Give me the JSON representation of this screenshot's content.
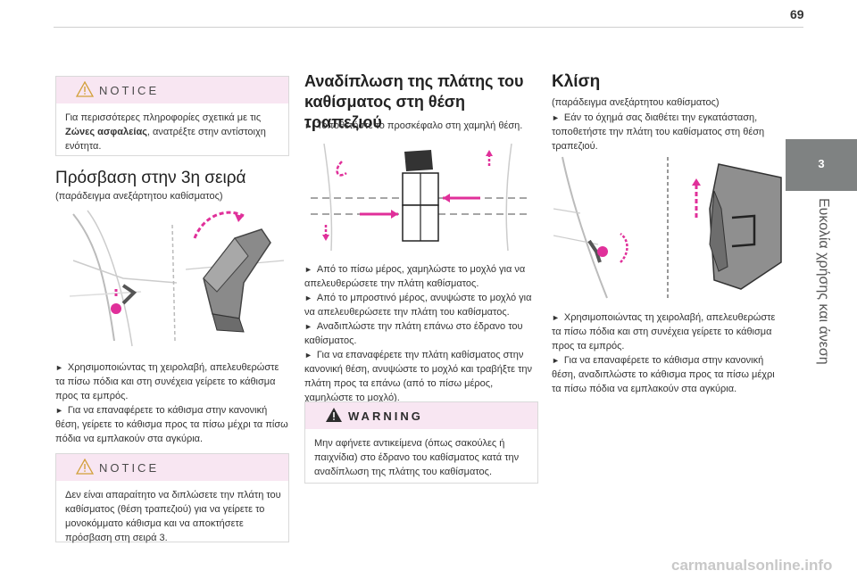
{
  "page_number": "69",
  "side_tab": {
    "number": "3",
    "label": "Ευκολία χρήσης και άνεση"
  },
  "col1": {
    "notice1": {
      "title": "NOTICE",
      "text_pre": "Για περισσότερες πληροφορίες σχετικά με τις",
      "text_bold": "Ζώνες ασφαλείας",
      "text_post": ", ανατρέξτε στην αντίστοιχη ενότητα."
    },
    "heading": "Πρόσβαση στην 3η σειρά",
    "subheading": "(παράδειγμα ανεξάρτητου καθίσματος)",
    "instr1": "Χρησιμοποιώντας τη χειρολαβή, απελευθερώστε τα πίσω πόδια και στη συνέχεια γείρετε το κάθισμα προς τα εμπρός.",
    "instr2": "Για να επαναφέρετε το κάθισμα στην κανονική θέση, γείρετε το κάθισμα προς τα πίσω μέχρι τα πίσω πόδια να εμπλακούν στα αγκύρια.",
    "notice2": {
      "title": "NOTICE",
      "text": "Δεν είναι απαραίτητο να διπλώσετε την πλάτη του καθίσματος (θέση τραπεζιού) για να γείρετε το μονοκόμματο κάθισμα και να αποκτήσετε πρόσβαση στη σειρά 3."
    }
  },
  "col2": {
    "heading_line1": "Αναδίπλωση της πλάτης του",
    "heading_line2": "καθίσματος στη θέση τραπεζιού",
    "instr0": "Τοποθετήστε το προσκέφαλο στη χαμηλή θέση.",
    "instr1": "Από το πίσω μέρος, χαμηλώστε το μοχλό για να απελευθερώσετε την πλάτη καθίσματος.",
    "instr2": "Από το μπροστινό μέρος, ανυψώστε το μοχλό για να απελευθερώσετε την πλάτη του καθίσματος.",
    "instr3": "Αναδιπλώστε την πλάτη επάνω στο έδρανο του καθίσματος.",
    "instr4": "Για να επαναφέρετε την πλάτη καθίσματος στην κανονική θέση, ανυψώστε το μοχλό και τραβήξτε την πλάτη προς τα επάνω (από το πίσω μέρος, χαμηλώστε το μοχλό).",
    "warning": {
      "title": "WARNING",
      "text": "Μην αφήνετε αντικείμενα (όπως σακούλες ή παιχνίδια) στο έδρανο του καθίσματος κατά την αναδίπλωση της πλάτης του καθίσματος."
    }
  },
  "col3": {
    "heading": "Κλίση",
    "subheading": "(παράδειγμα ανεξάρτητου καθίσματος)",
    "instr0": "Εάν το όχημά σας διαθέτει την εγκατάσταση, τοποθετήστε την πλάτη του καθίσματος στη θέση τραπεζιού.",
    "instr1": "Χρησιμοποιώντας τη χειρολαβή, απελευθερώστε τα πίσω πόδια και στη συνέχεια γείρετε το κάθισμα προς τα εμπρός.",
    "instr2": "Για να επαναφέρετε το κάθισμα στην κανονική θέση, αναδιπλώστε το κάθισμα προς τα πίσω μέχρι τα πίσω πόδια να εμπλακούν στα αγκύρια."
  },
  "watermark": "carmanualsonline.info",
  "colors": {
    "notice_bg": "#f8e6f2",
    "accent_magenta": "#e0309a",
    "tab_gray": "#7f8282"
  }
}
